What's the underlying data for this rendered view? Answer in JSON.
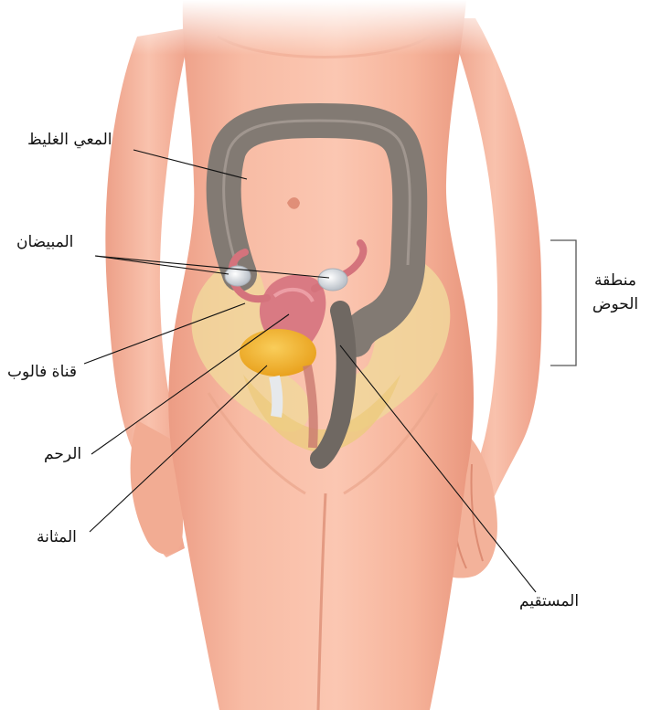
{
  "labels": {
    "large_intestine": "المعي الغليظ",
    "ovaries": "المبيضان",
    "fallopian_tube": "قناة فالوب",
    "uterus": "الرحم",
    "bladder": "المثانة",
    "rectum": "المستقيم",
    "pelvic_region": "منطقة الحوض"
  },
  "colors": {
    "skin": "#f7b8a0",
    "skin_shadow": "#ec9a80",
    "colon": "#7f7770",
    "pelvis_bone": "#f1d79b",
    "uterus": "#d97a83",
    "ovary": "#dfe4ea",
    "bladder": "#f3b531",
    "leader_line": "#111111"
  }
}
